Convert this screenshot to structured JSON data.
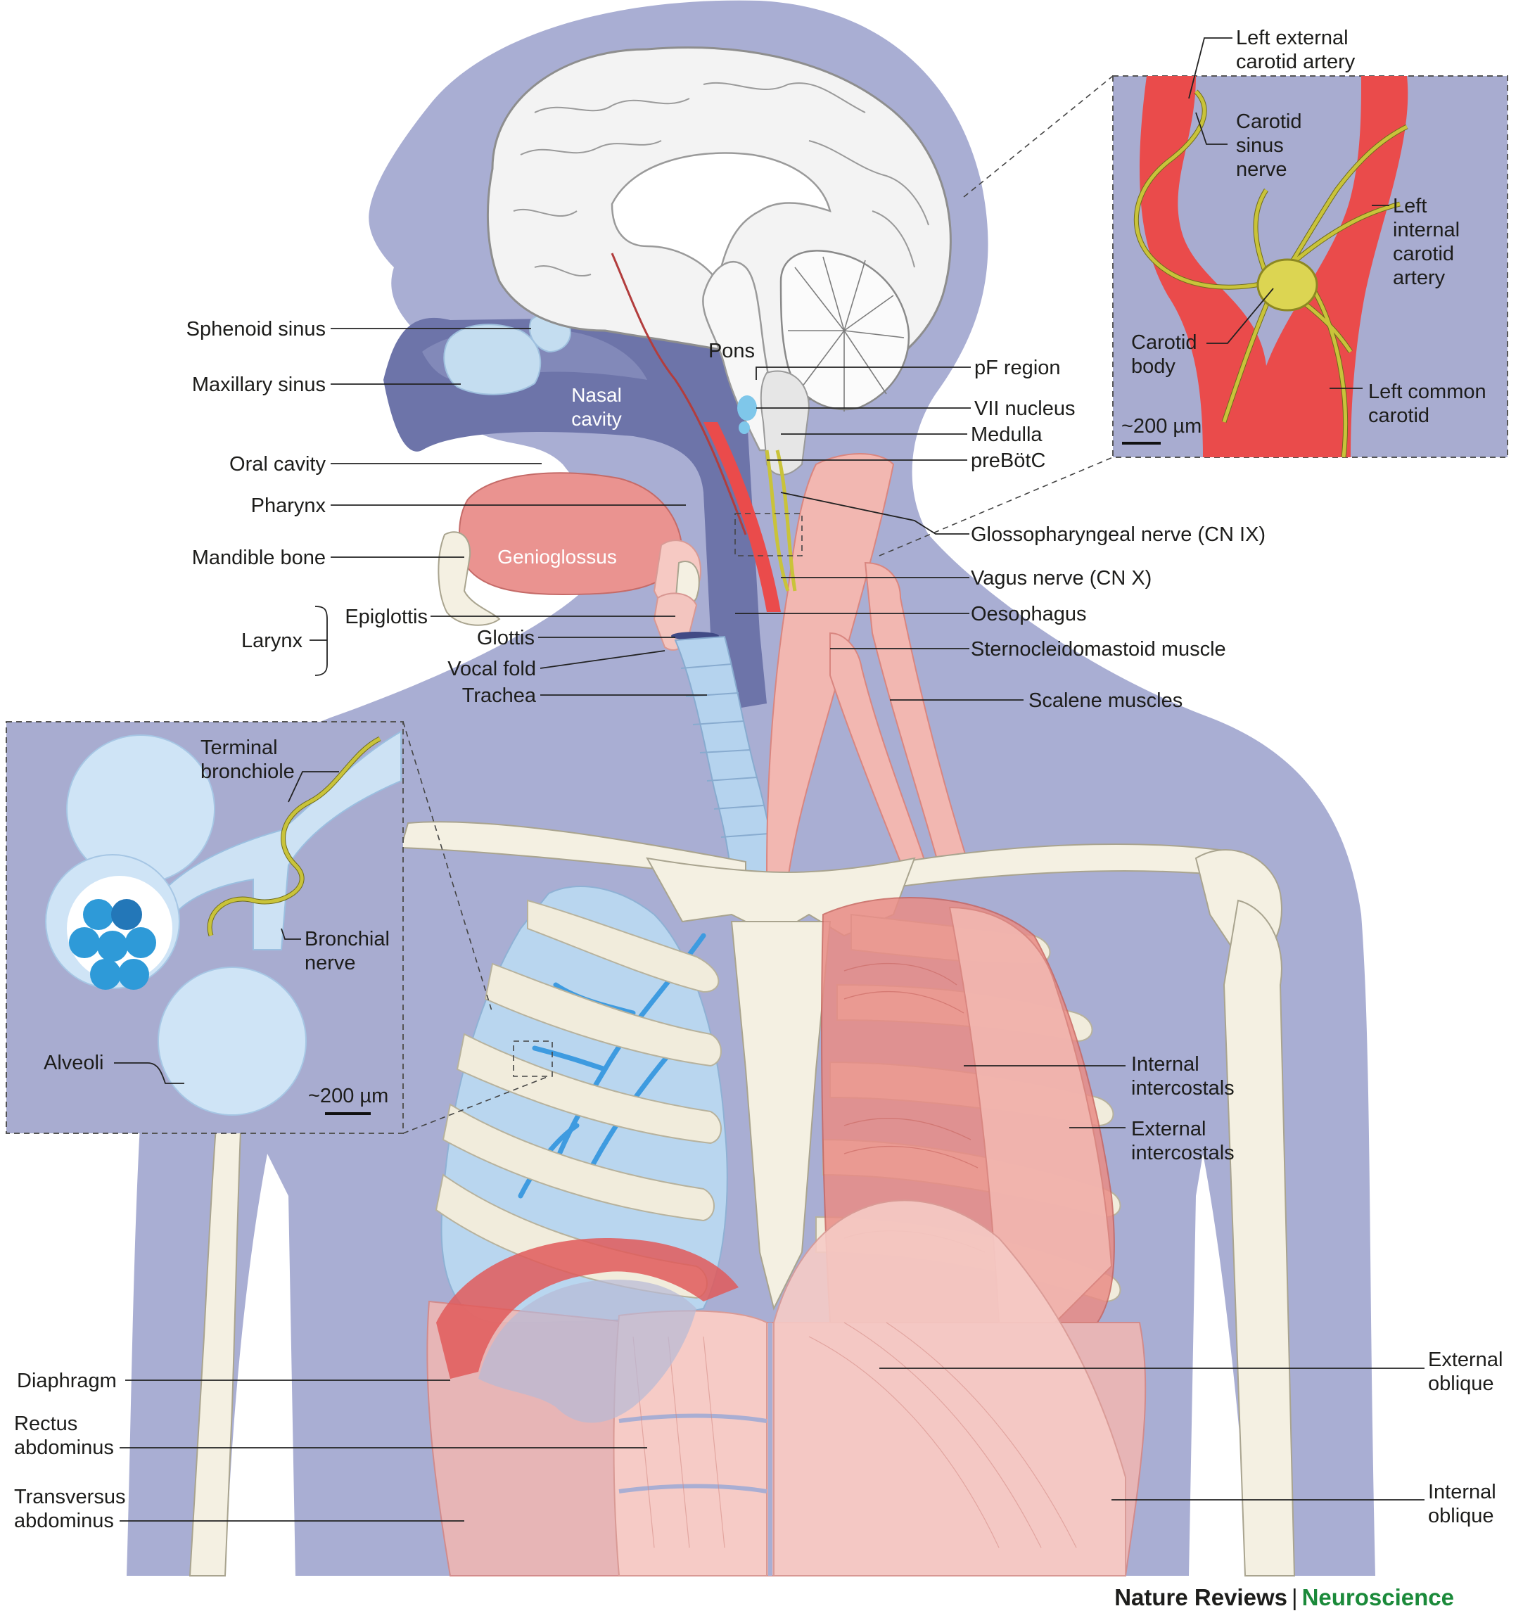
{
  "labels": {
    "sphenoid_sinus": "Sphenoid sinus",
    "maxillary_sinus": "Maxillary sinus",
    "oral_cavity": "Oral cavity",
    "pharynx": "Pharynx",
    "mandible_bone": "Mandible bone",
    "larynx": "Larynx",
    "epiglottis": "Epiglottis",
    "glottis": "Glottis",
    "vocal_fold": "Vocal fold",
    "trachea": "Trachea",
    "nasal_cavity": [
      "Nasal",
      "cavity"
    ],
    "genioglossus": "Genioglossus",
    "pons": "Pons",
    "pf_region": "pF region",
    "vii_nucleus": "VII nucleus",
    "medulla": "Medulla",
    "prebotc": "preBötC",
    "glossopharyngeal": "Glossopharyngeal nerve (CN IX)",
    "vagus": "Vagus nerve (CN X)",
    "oesophagus": "Oesophagus",
    "sternocleidomastoid": "Sternocleidomastoid muscle",
    "scalene": "Scalene muscles",
    "internal_intercostals": [
      "Internal",
      "intercostals"
    ],
    "external_intercostals": [
      "External",
      "intercostals"
    ],
    "external_oblique": [
      "External",
      "oblique"
    ],
    "internal_oblique": [
      "Internal",
      "oblique"
    ],
    "diaphragm": "Diaphragm",
    "rectus_abdominus": [
      "Rectus",
      "abdominus"
    ],
    "transversus_abdominus": [
      "Transversus",
      "abdominus"
    ]
  },
  "carotid_inset": {
    "left_external_carotid": [
      "Left external",
      "carotid artery"
    ],
    "carotid_sinus_nerve": [
      "Carotid",
      "sinus",
      "nerve"
    ],
    "left_internal_carotid": [
      "Left",
      "internal",
      "carotid",
      "artery"
    ],
    "carotid_body": [
      "Carotid",
      "body"
    ],
    "left_common_carotid": [
      "Left common",
      "carotid"
    ],
    "scale": "~200 µm"
  },
  "lung_inset": {
    "terminal_bronchiole": [
      "Terminal",
      "bronchiole"
    ],
    "bronchial_nerve": [
      "Bronchial",
      "nerve"
    ],
    "alveoli": "Alveoli",
    "scale": "~200 µm"
  },
  "credit": {
    "journal": "Nature Reviews",
    "separator": "|",
    "section": "Neuroscience"
  },
  "colors": {
    "body_silhouette": "#a9aed3",
    "airway": "#6d74a9",
    "muscle": "#f2b7b1",
    "muscle_dark": "#e98c86",
    "bone": "#f4f0e2",
    "lung": "#b9d6ef",
    "nerve": "#c9c33a",
    "artery": "#ea4b4b",
    "brand_green": "#1b8a3a"
  }
}
